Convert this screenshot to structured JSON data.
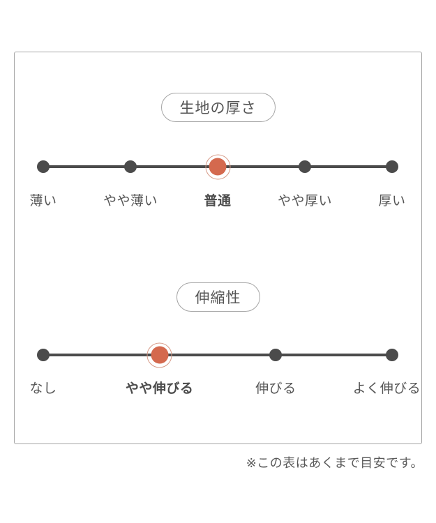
{
  "colors": {
    "accent": "#d4694e",
    "accent_ring": "#d79a87",
    "line": "#4b4b4b",
    "text": "#555555",
    "border": "#a5a5a5"
  },
  "scales": [
    {
      "title": "生地の厚さ",
      "selected": "普通",
      "selected_index": 2,
      "options": [
        "薄い",
        "やや薄い",
        "普通",
        "やや厚い",
        "厚い"
      ]
    },
    {
      "title": "伸縮性",
      "selected": "やや伸びる",
      "selected_index": 1,
      "options": [
        "なし",
        "やや伸びる",
        "伸びる",
        "よく伸びる"
      ]
    }
  ],
  "footnote": "※この表はあくまで目安です。"
}
